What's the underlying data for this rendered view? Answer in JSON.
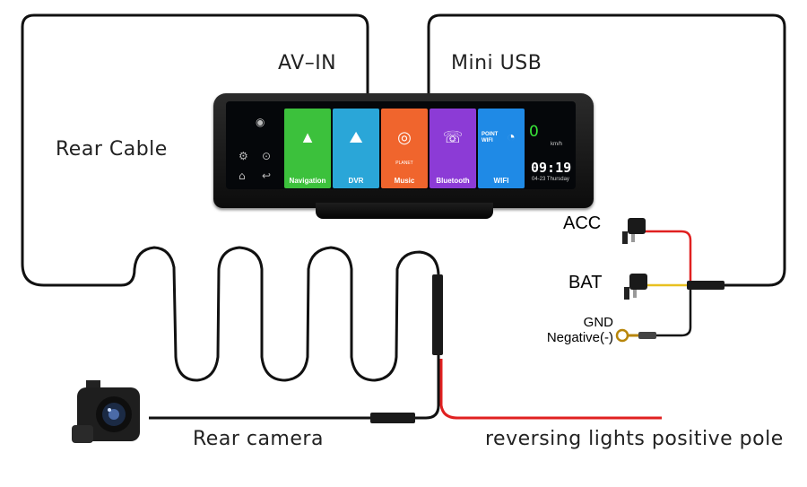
{
  "labels": {
    "av_in": "AV–IN",
    "mini_usb": "Mini USB",
    "rear_cable": "Rear Cable",
    "acc": "ACC",
    "bat": "BAT",
    "gnd": "GND",
    "negative": "Negative(-)",
    "rear_camera": "Rear camera",
    "reversing": "reversing lights positive pole"
  },
  "screen": {
    "apps": [
      {
        "label": "Navigation",
        "color": "#3cc13c",
        "icon": "navigation-arrow-icon"
      },
      {
        "label": "DVR",
        "color": "#2aa6d8",
        "icon": "road-icon"
      },
      {
        "label": "Music",
        "color": "#f0652d",
        "icon": "music-disc-icon"
      },
      {
        "label": "Bluetooth",
        "color": "#8c3bd6",
        "icon": "bluetooth-phone-icon"
      },
      {
        "label": "WIFI",
        "color": "#1f8ae6",
        "icon": "wifi-icon"
      }
    ],
    "music_text": "PLANET",
    "wifi_text": "POINT WIFI",
    "speed": "0",
    "speed_unit": "km/h",
    "time": "09:19",
    "date": "04-23",
    "weekday": "Thursday"
  },
  "colors": {
    "wire": "#111111",
    "red_wire": "#e02020",
    "yellow_wire": "#e8c020"
  }
}
